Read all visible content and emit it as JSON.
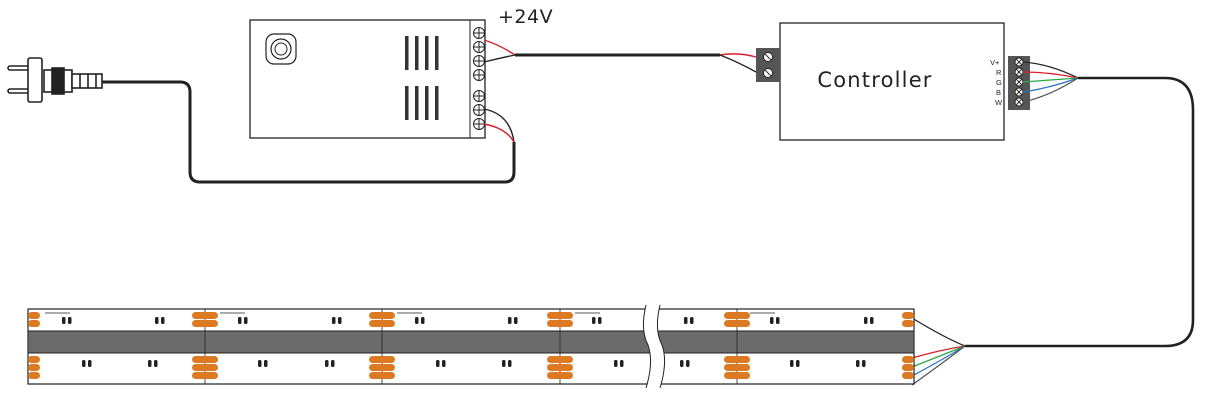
{
  "power_supply": {
    "voltage_label": "+24V"
  },
  "controller": {
    "label": "Controller",
    "terminals": [
      "V+",
      "R",
      "G",
      "B",
      "W"
    ]
  },
  "colors": {
    "outline": "#222222",
    "wire_red": "#d8202a",
    "wire_green": "#2aa84a",
    "wire_blue": "#2a74c8",
    "terminal_block": "#555555",
    "strip_core": "#6b6b6b",
    "led_orange": "#dc7a23"
  },
  "icons": [
    "power-plug-icon",
    "screw-terminal-icon",
    "led-chip-icon",
    "strip-break-icon"
  ]
}
